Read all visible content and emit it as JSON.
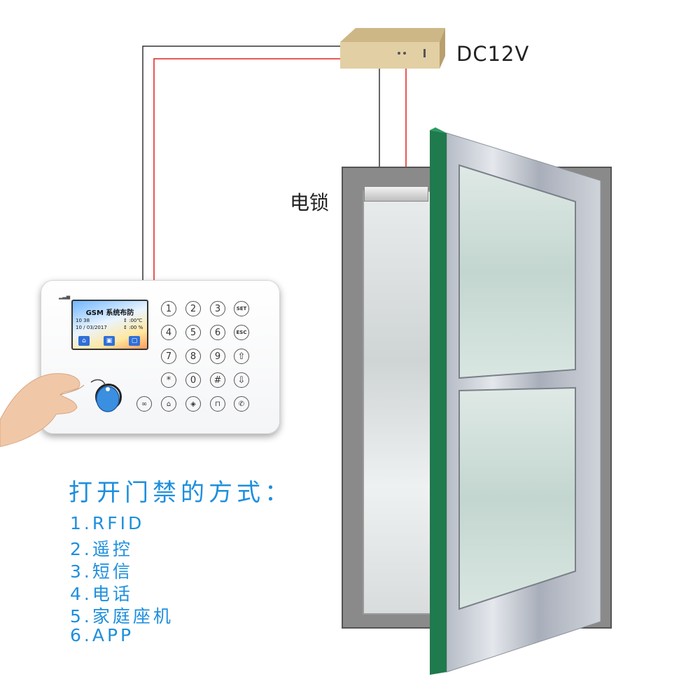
{
  "power_supply": {
    "label": "DC12V"
  },
  "lock": {
    "label": "电锁"
  },
  "keypad": {
    "screen_title": "GSM 系统布防",
    "time": "10  38",
    "date": "10 / 03/2017",
    "temperature": "↕ :00℃",
    "humidity": "↕ :00 %",
    "keys": [
      "1",
      "2",
      "3",
      "SET",
      "4",
      "5",
      "6",
      "ESC",
      "7",
      "8",
      "9",
      "⇧",
      "*",
      "0",
      "#",
      "⇩"
    ],
    "bottom_icons": [
      "voicemail-icon",
      "home-lock-icon",
      "arm-icon",
      "unlock-icon",
      "phone-icon"
    ]
  },
  "methods": {
    "heading": "打开门禁的方式：",
    "items": [
      "1.RFID",
      "2.遥控",
      "3.短信",
      "4.电话",
      "5.家庭座机",
      "6.APP"
    ]
  },
  "colors": {
    "accent": "#1e8fdd",
    "door_edge": "#1f7a4d",
    "wire_red": "#e02020",
    "psu": "#d9c49a"
  }
}
